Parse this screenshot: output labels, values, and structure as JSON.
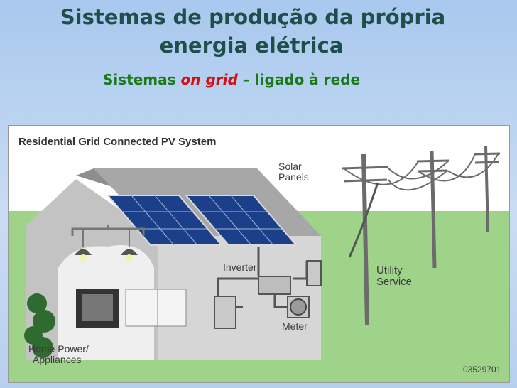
{
  "slide": {
    "title_line1": "Sistemas de produção da própria",
    "title_line2": "energia elétrica",
    "subtitle_prefix": "Sistemas",
    "subtitle_emphasis": "on grid",
    "subtitle_suffix": "– ligado à rede"
  },
  "figure": {
    "title": "Residential Grid Connected PV System",
    "labels": {
      "solar_panels_1": "Solar",
      "solar_panels_2": "Panels",
      "inverter": "Inverter",
      "utility_1": "Utility",
      "utility_2": "Service",
      "meter": "Meter",
      "home_1": "Home Power/",
      "home_2": "Appliances"
    },
    "code": "03529701"
  },
  "colors": {
    "title": "#1f4f4b",
    "subtitle": "#1a7a1a",
    "emphasis": "#d41010",
    "grass": "#9fd38a",
    "panel": "#1c3f8a",
    "house": "#b8b8b8"
  }
}
